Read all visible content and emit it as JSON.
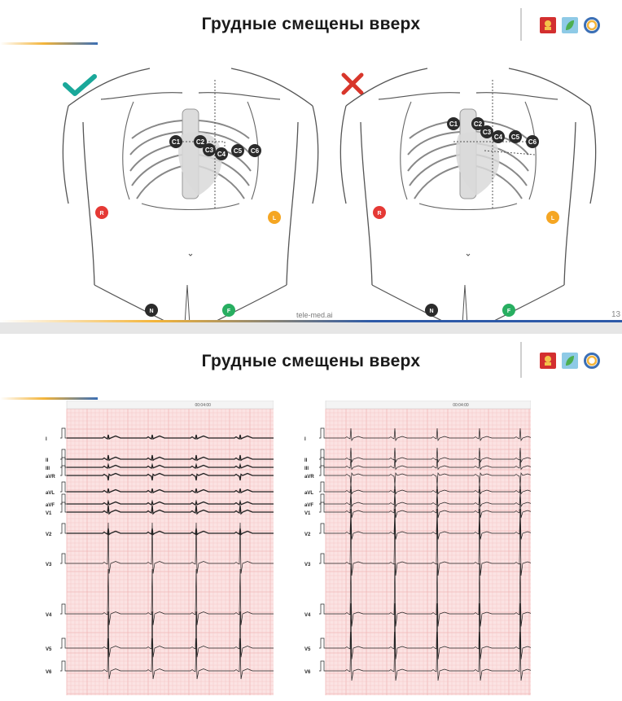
{
  "slide1": {
    "title": "Грудные смещены вверх",
    "footer": "tele-med.ai",
    "page_number": "13",
    "correct_mark": "check-icon",
    "wrong_mark": "cross-icon",
    "electrodes": {
      "chest": [
        "C1",
        "C2",
        "C3",
        "C4",
        "C5",
        "C6"
      ],
      "limb": [
        "R",
        "L",
        "N",
        "F"
      ]
    },
    "colors": {
      "check": "#1aa89a",
      "cross": "#d8362b",
      "R": "#e53935",
      "L": "#f5a623",
      "N": "#2b2b2b",
      "F": "#27ae60",
      "chest": "#2b2b2b"
    }
  },
  "slide2": {
    "title": "Грудные смещены вверх",
    "ecg_timestamp": "00:04:00",
    "leads": [
      "I",
      "II",
      "III",
      "aVR",
      "aVL",
      "aVF",
      "V1",
      "V2",
      "V3",
      "V4",
      "V5",
      "V6"
    ],
    "colors": {
      "grid_bg": "#fbe3e3",
      "grid_line": "#f1b8b8",
      "trace": "#222222"
    }
  }
}
